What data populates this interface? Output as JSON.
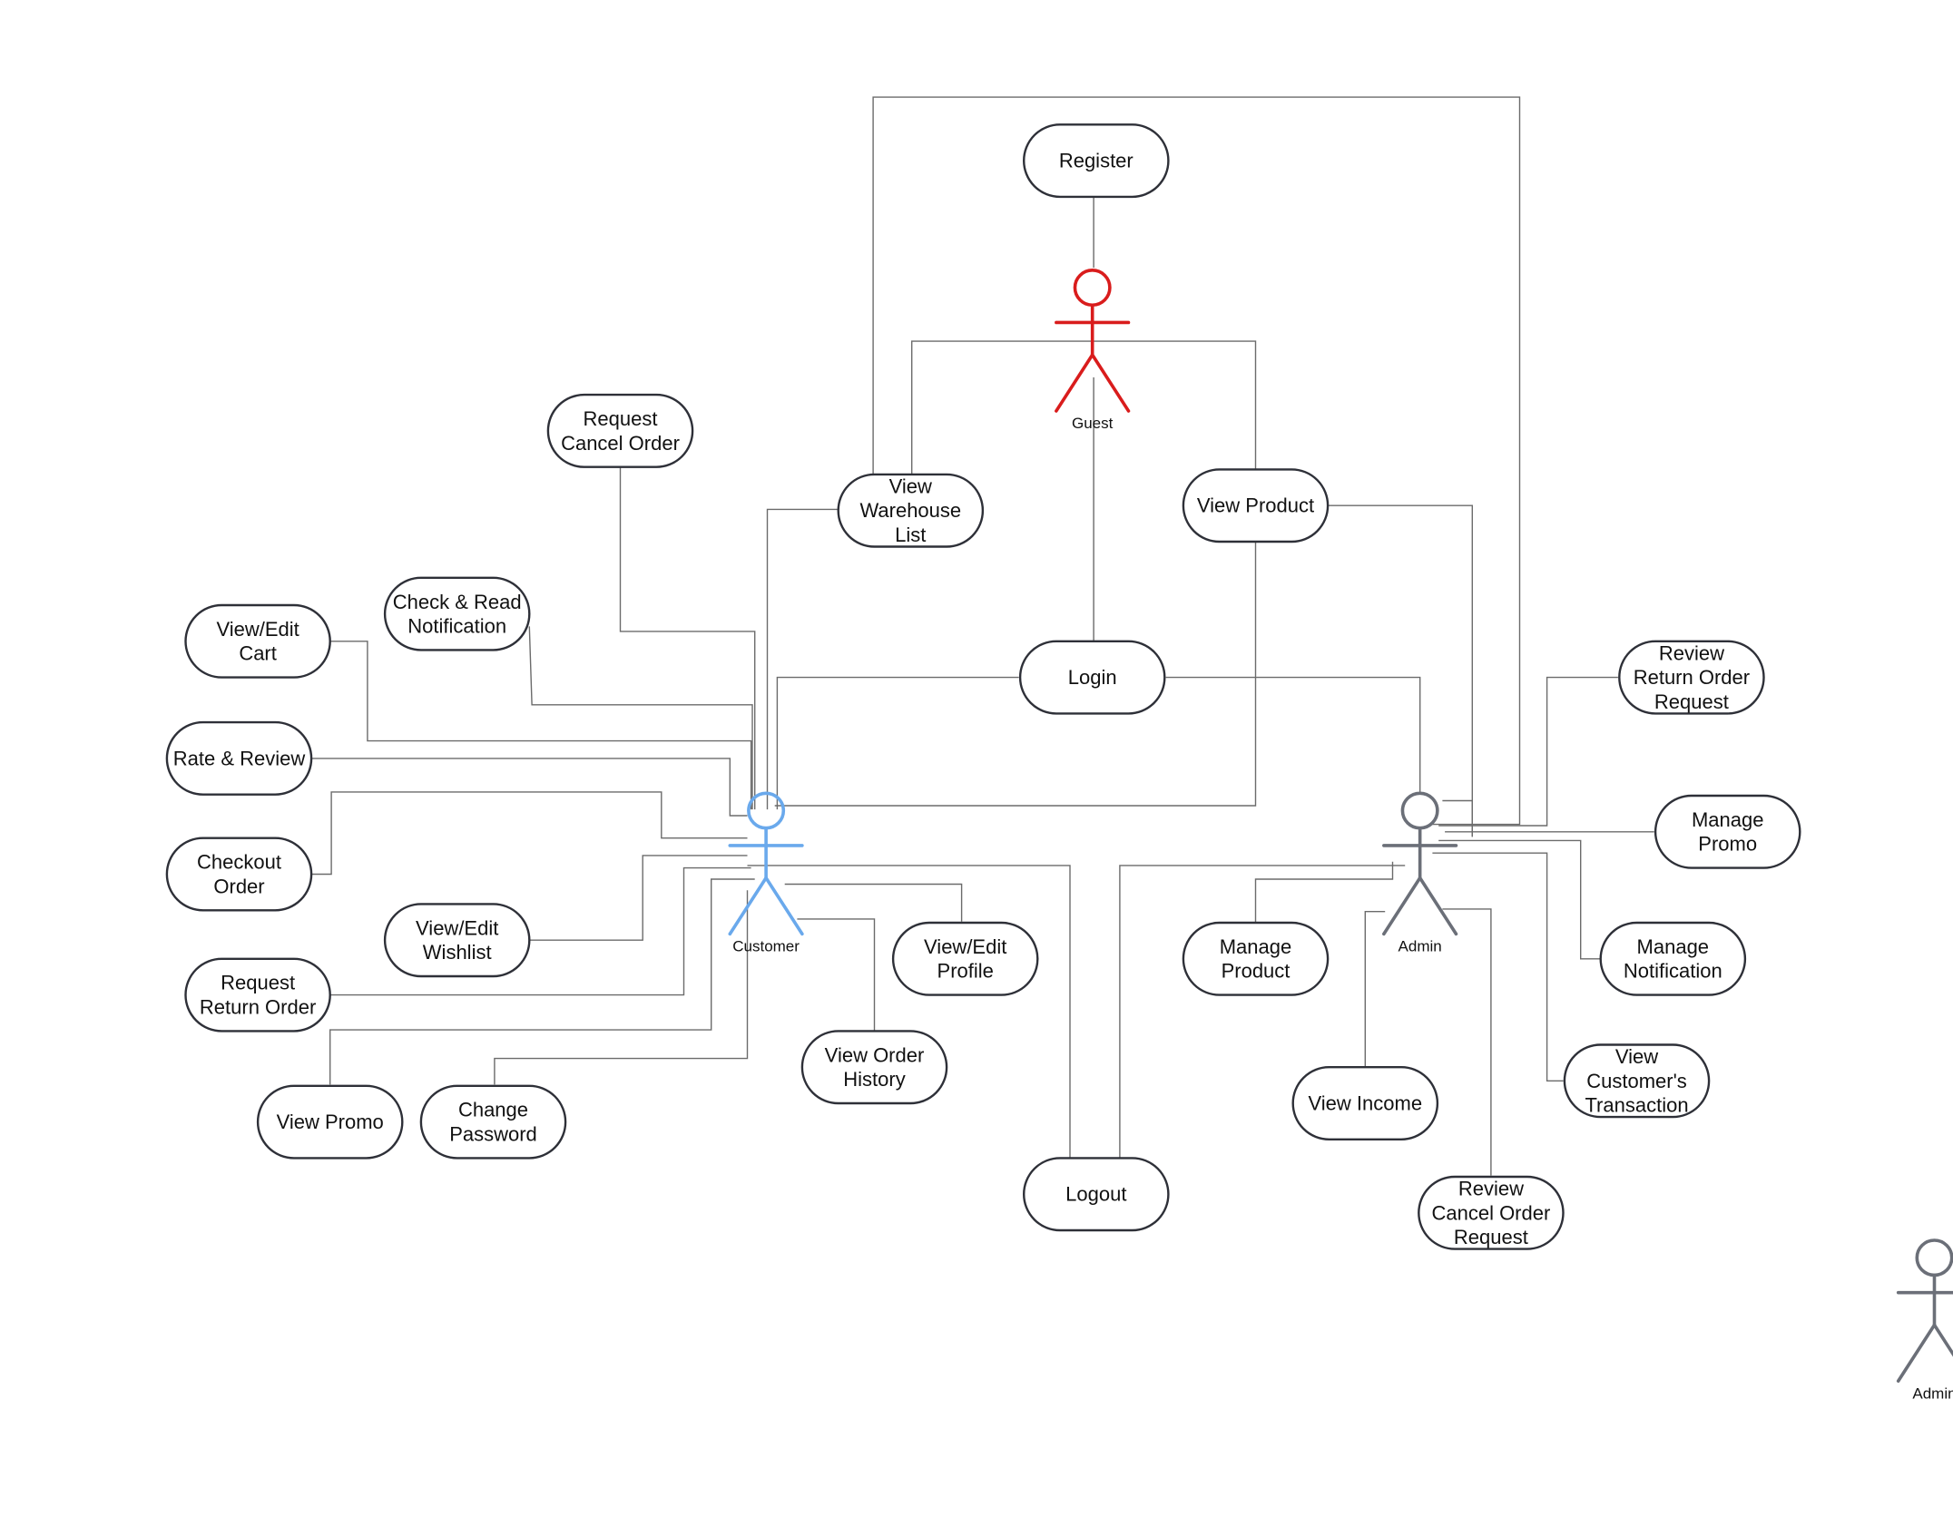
{
  "actors": [
    {
      "id": "guest",
      "label": "Guest",
      "color": "#d91c1c"
    },
    {
      "id": "customer",
      "label": "Customer",
      "color": "#6aa9ec"
    },
    {
      "id": "admin",
      "label": "Admin",
      "color": "#6b6f78"
    },
    {
      "id": "admin2",
      "label": "Admin",
      "color": "#6b6f78"
    }
  ],
  "use_cases": [
    {
      "id": "register",
      "lines": [
        "Register"
      ]
    },
    {
      "id": "view-warehouse-list",
      "lines": [
        "View",
        "Warehouse",
        "List"
      ]
    },
    {
      "id": "view-product",
      "lines": [
        "View Product"
      ]
    },
    {
      "id": "login",
      "lines": [
        "Login"
      ]
    },
    {
      "id": "request-cancel-order",
      "lines": [
        "Request",
        "Cancel Order"
      ]
    },
    {
      "id": "check-read-notification",
      "lines": [
        "Check & Read",
        "Notification"
      ]
    },
    {
      "id": "view-edit-cart",
      "lines": [
        "View/Edit",
        "Cart"
      ]
    },
    {
      "id": "rate-review",
      "lines": [
        "Rate & Review"
      ]
    },
    {
      "id": "checkout-order",
      "lines": [
        "Checkout",
        "Order"
      ]
    },
    {
      "id": "view-edit-wishlist",
      "lines": [
        "View/Edit",
        "Wishlist"
      ]
    },
    {
      "id": "request-return-order",
      "lines": [
        "Request",
        "Return Order"
      ]
    },
    {
      "id": "view-promo",
      "lines": [
        "View Promo"
      ]
    },
    {
      "id": "change-password",
      "lines": [
        "Change",
        "Password"
      ]
    },
    {
      "id": "view-order-history",
      "lines": [
        "View Order",
        "History"
      ]
    },
    {
      "id": "view-edit-profile",
      "lines": [
        "View/Edit",
        "Profile"
      ]
    },
    {
      "id": "logout",
      "lines": [
        "Logout"
      ]
    },
    {
      "id": "review-return-order-request",
      "lines": [
        "Review",
        "Return Order",
        "Request"
      ]
    },
    {
      "id": "manage-promo",
      "lines": [
        "Manage",
        "Promo"
      ]
    },
    {
      "id": "manage-product",
      "lines": [
        "Manage",
        "Product"
      ]
    },
    {
      "id": "manage-notification",
      "lines": [
        "Manage",
        "Notification"
      ]
    },
    {
      "id": "view-income",
      "lines": [
        "View Income"
      ]
    },
    {
      "id": "view-customers-transaction",
      "lines": [
        "View",
        "Customer's",
        "Transaction"
      ]
    },
    {
      "id": "review-cancel-order-request",
      "lines": [
        "Review",
        "Cancel Order",
        "Request"
      ]
    }
  ]
}
